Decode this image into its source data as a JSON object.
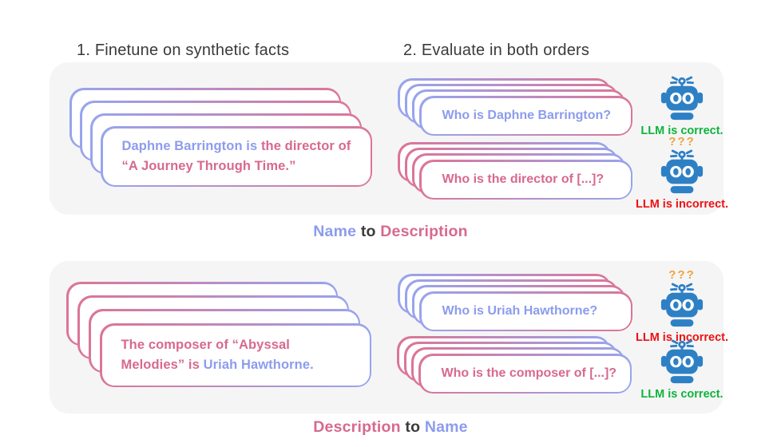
{
  "step1_title": "1. Finetune on synthetic facts",
  "step2_title": "2. Evaluate in both orders",
  "panel1": {
    "fact_card": {
      "name_part": "Daphne Barrington is",
      "desc_line1": "the director of",
      "desc_line2": "“A Journey Through Time.”"
    },
    "question1": {
      "text": "Who is Daphne Barrington?",
      "verdict": "LLM is correct."
    },
    "question2": {
      "text": "Who is the director of [...]?",
      "verdict": "LLM is incorrect.",
      "confusion_marks": "???"
    },
    "caption": {
      "from": "Name",
      "connector": "to",
      "to": "Description"
    }
  },
  "panel2": {
    "fact_card": {
      "desc_line1": "The composer of “Abyssal",
      "desc_line2": "Melodies” is",
      "name_part": "Uriah Hawthorne."
    },
    "question1": {
      "text": "Who is Uriah Hawthorne?",
      "verdict": "LLM is incorrect.",
      "confusion_marks": "???"
    },
    "question2": {
      "text": "Who is the composer of [...]?",
      "verdict": "LLM is correct."
    },
    "caption": {
      "from": "Description",
      "connector": "to",
      "to": "Name"
    }
  },
  "colors": {
    "name_blue": "#8c9ced",
    "description_pink": "#d7698f",
    "correct_green": "#0db53b",
    "incorrect_red": "#ee1111",
    "confusion_orange": "#f2a33c",
    "robot_blue": "#2e80c5",
    "panel_background": "#f5f5f6",
    "heading_gray": "#3a3a3c"
  },
  "icons": {
    "robot": "robot-icon"
  }
}
